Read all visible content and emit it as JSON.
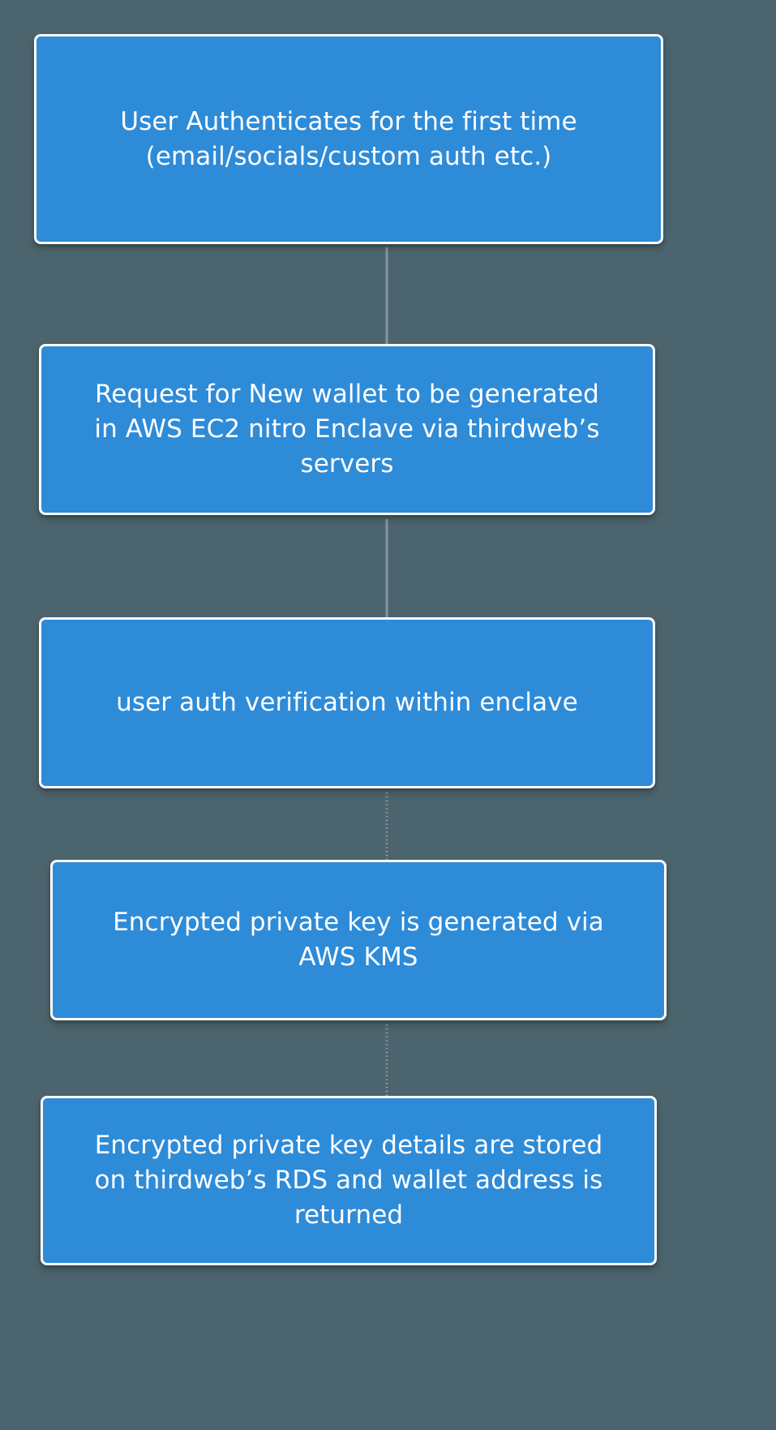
{
  "diagram": {
    "type": "flowchart",
    "orientation": "top-to-bottom",
    "background_color": "#4c646d",
    "node_fill_color": "#2e8bd8",
    "node_border_color": "#ffffff",
    "node_text_color": "#ffffff",
    "edge_color": "#7f8fa0",
    "nodes": [
      {
        "id": "node-1",
        "label": "User Authenticates for the first time\n(email/socials/custom auth etc.)"
      },
      {
        "id": "node-2",
        "label": "Request for New wallet to be generated\nin AWS EC2 nitro Enclave via thirdweb’s\nservers"
      },
      {
        "id": "node-3",
        "label": "user auth verification within enclave"
      },
      {
        "id": "node-4",
        "label": "Encrypted private key is generated via\nAWS KMS"
      },
      {
        "id": "node-5",
        "label": "Encrypted private key details are stored\non thirdweb’s RDS and wallet address is\nreturned"
      }
    ],
    "edges": [
      {
        "id": "edge-1-2",
        "from": "node-1",
        "to": "node-2",
        "style": "solid",
        "arrow": "arrowhead-down-icon"
      },
      {
        "id": "edge-2-3",
        "from": "node-2",
        "to": "node-3",
        "style": "solid",
        "arrow": "arrowhead-down-icon"
      },
      {
        "id": "edge-3-4",
        "from": "node-3",
        "to": "node-4",
        "style": "dotted",
        "arrow": "arrowhead-down-icon"
      },
      {
        "id": "edge-4-5",
        "from": "node-4",
        "to": "node-5",
        "style": "dotted",
        "arrow": "arrowhead-down-icon"
      }
    ]
  }
}
